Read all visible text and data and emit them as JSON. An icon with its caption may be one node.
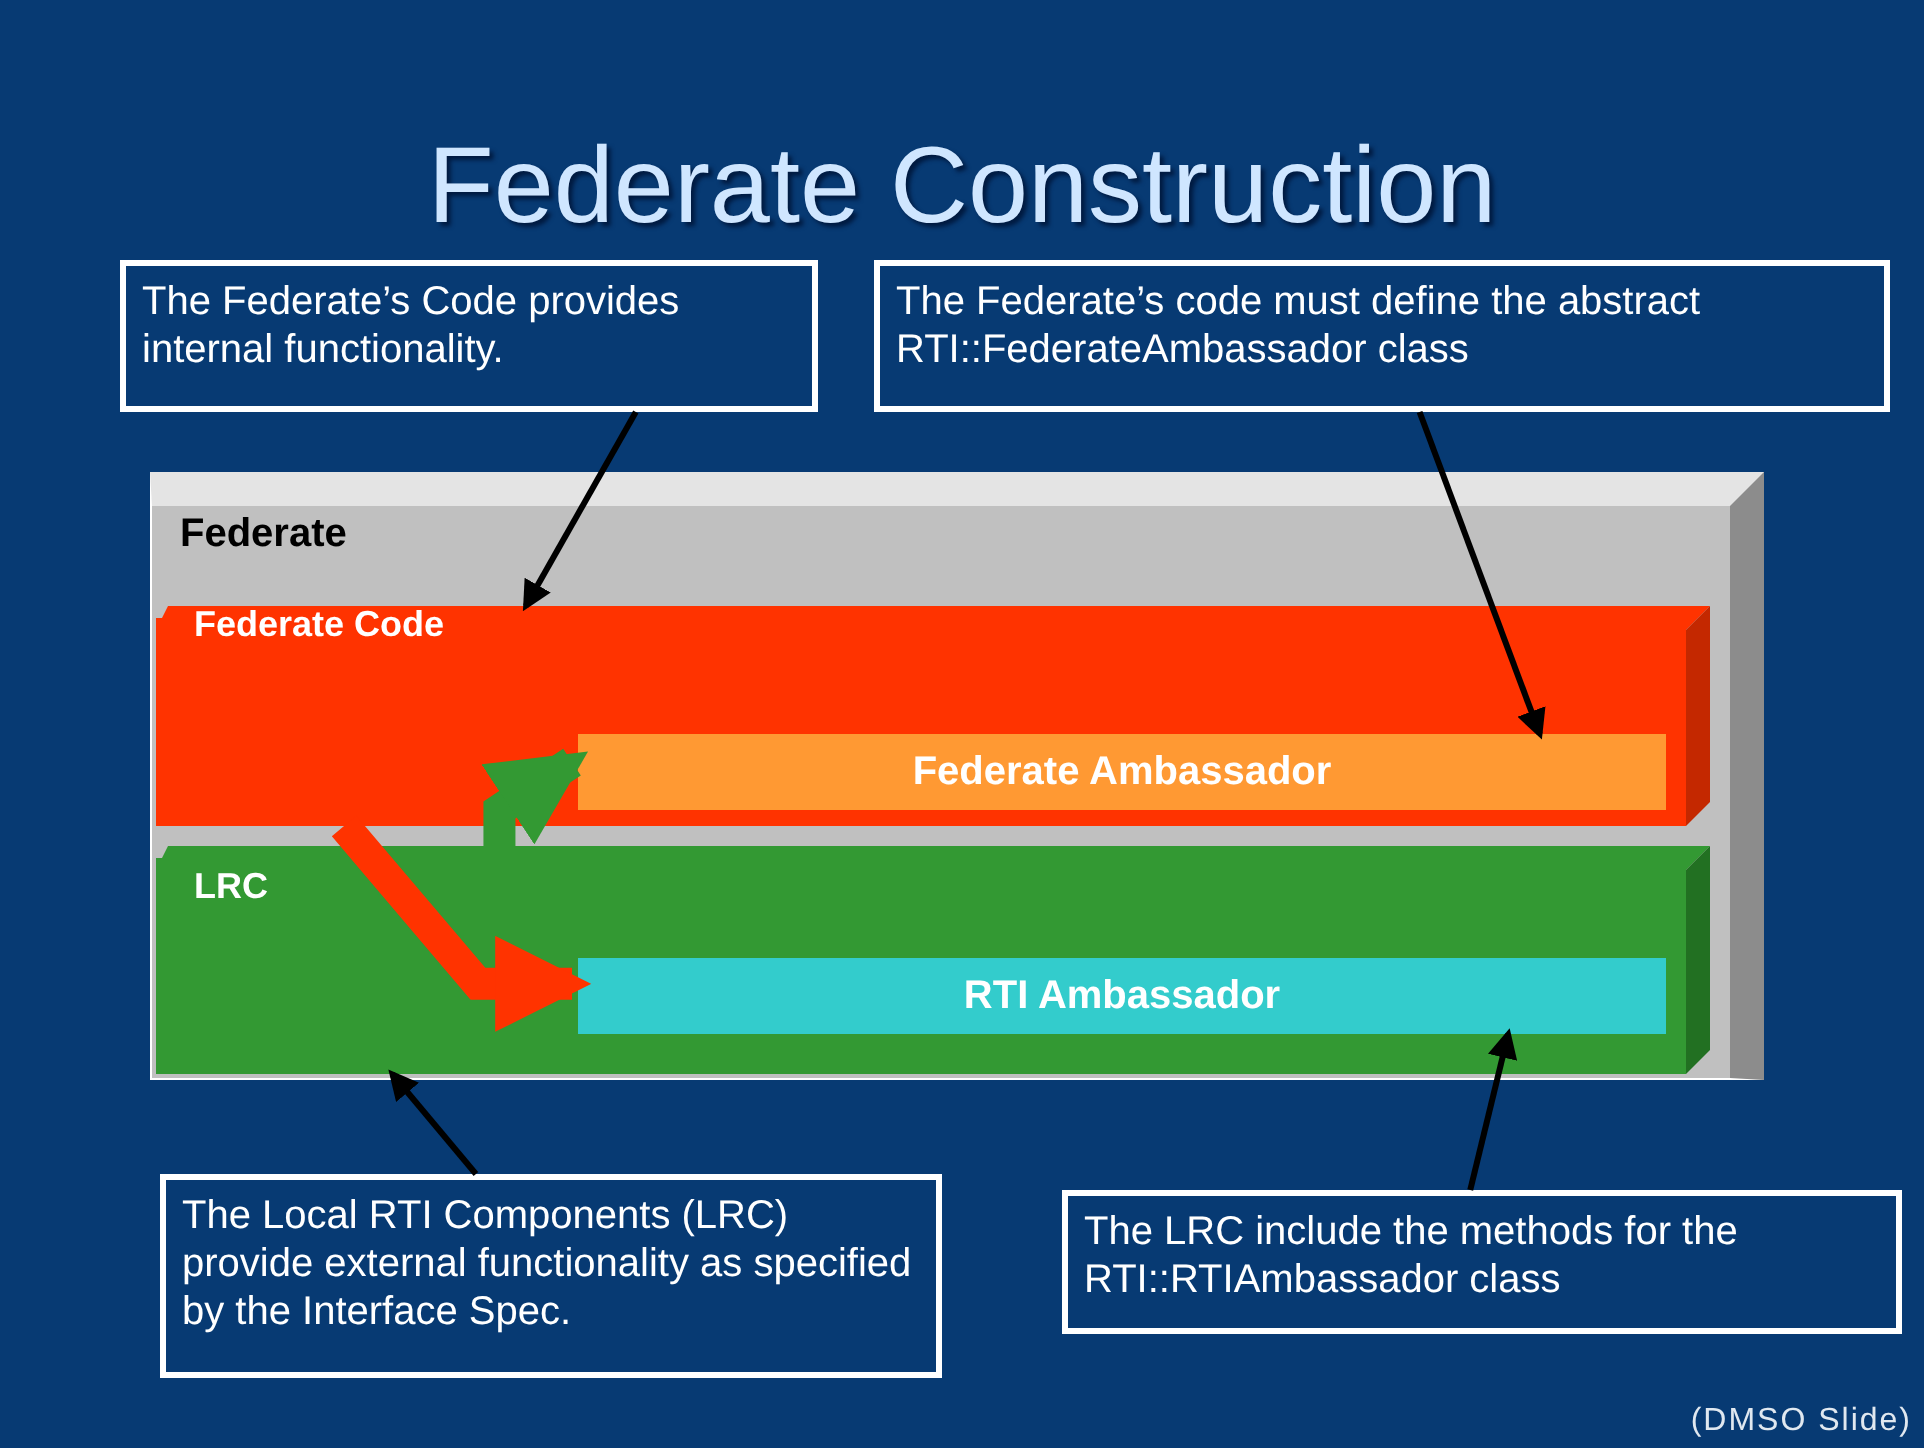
{
  "diagram": {
    "title": "Federate Construction",
    "nodes": [
      {
        "text": [
          "Federate"
        ]
      },
      {
        "text": [
          "Federate Code"
        ],
        "in": 0
      },
      {
        "text": [
          "Federate Ambassador"
        ],
        "in": 1
      },
      {
        "text": [
          "LRC"
        ],
        "in": 0
      },
      {
        "text": [
          "RTI Ambassador"
        ],
        "in": 3
      },
      {
        "text": [
          "The Federate’s Code provides internal functionality."
        ]
      },
      {
        "text": [
          "The Federate’s code must define the abstract RTI::FederateAmbassador class"
        ]
      },
      {
        "text": [
          "The Local RTI Components (LRC) provide external functionality as specified by the Interface Spec."
        ]
      },
      {
        "text": [
          "The LRC include the methods for the RTI::RTIAmbassador class"
        ]
      }
    ],
    "edges": [
      {
        "from": 5,
        "to": 1,
        "arrow": "to"
      },
      {
        "from": 6,
        "to": 2,
        "arrow": "to"
      },
      {
        "from": 7,
        "to": 3,
        "arrow": "to"
      },
      {
        "from": 8,
        "to": 4,
        "arrow": "to"
      },
      {
        "from": 3,
        "to": 2,
        "arrow": "to",
        "style": "thick",
        "color": "#339933"
      },
      {
        "from": 1,
        "to": 4,
        "arrow": "to",
        "style": "thick",
        "color": "#ff3300"
      }
    ],
    "labels": [
      "(DMSO Slide)"
    ]
  }
}
